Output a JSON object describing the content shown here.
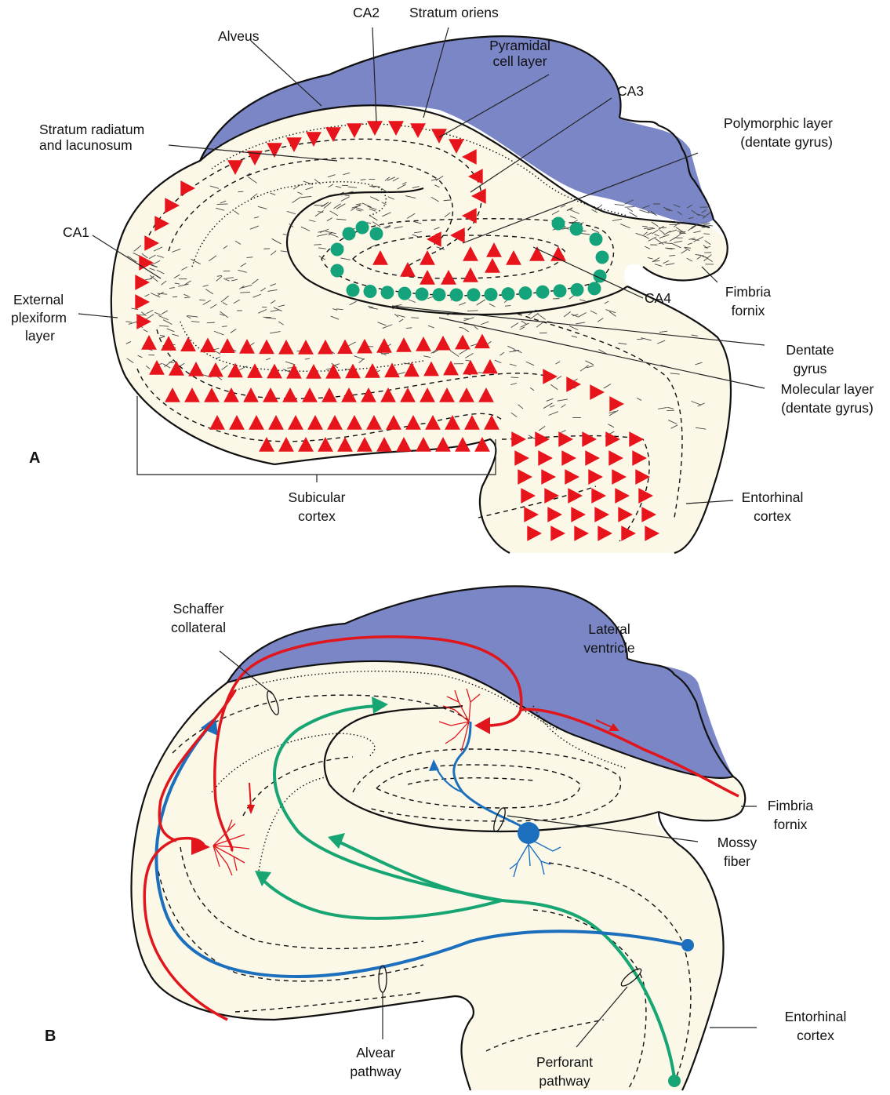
{
  "panel_a": {
    "letter": "A",
    "labels": {
      "ca2": "CA2",
      "stratum_oriens": "Stratum oriens",
      "alveus": "Alveus",
      "pyramidal_1": "Pyramidal",
      "pyramidal_2": "cell layer",
      "ca3": "CA3",
      "stratum_radiatum_1": "Stratum radiatum",
      "stratum_radiatum_2": "and lacunosum",
      "polymorphic_1": "Polymorphic layer",
      "polymorphic_2": "(dentate gyrus)",
      "ca1": "CA1",
      "external_1": "External",
      "external_2": "plexiform",
      "external_3": "layer",
      "ca4": "CA4",
      "fimbria_1": "Fimbria",
      "fimbria_2": "fornix",
      "dentate_1": "Dentate",
      "dentate_2": "gyrus",
      "molecular_1": "Molecular layer",
      "molecular_2": "(dentate gyrus)",
      "subicular_1": "Subicular",
      "subicular_2": "cortex",
      "entorhinal_1": "Entorhinal",
      "entorhinal_2": "cortex"
    }
  },
  "panel_b": {
    "letter": "B",
    "labels": {
      "schaffer_1": "Schaffer",
      "schaffer_2": "collateral",
      "lateral_1": "Lateral",
      "lateral_2": "ventricle",
      "fimbria_1": "Fimbria",
      "fimbria_2": "fornix",
      "mossy_1": "Mossy",
      "mossy_2": "fiber",
      "entorhinal_1": "Entorhinal",
      "entorhinal_2": "cortex",
      "alvear_1": "Alvear",
      "alvear_2": "pathway",
      "perforant_1": "Perforant",
      "perforant_2": "pathway"
    }
  },
  "colors": {
    "ventricle": "#7b86c6",
    "tissue": "#fbf8e8",
    "pyramidal_cells": "#e8141b",
    "granule_cells": "#14a37a",
    "schaffer_pathway": "#e0161c",
    "alvear_pathway": "#1c6fbd",
    "perforant_pathway": "#17a673",
    "mossy_fiber": "#1c6fbd"
  }
}
